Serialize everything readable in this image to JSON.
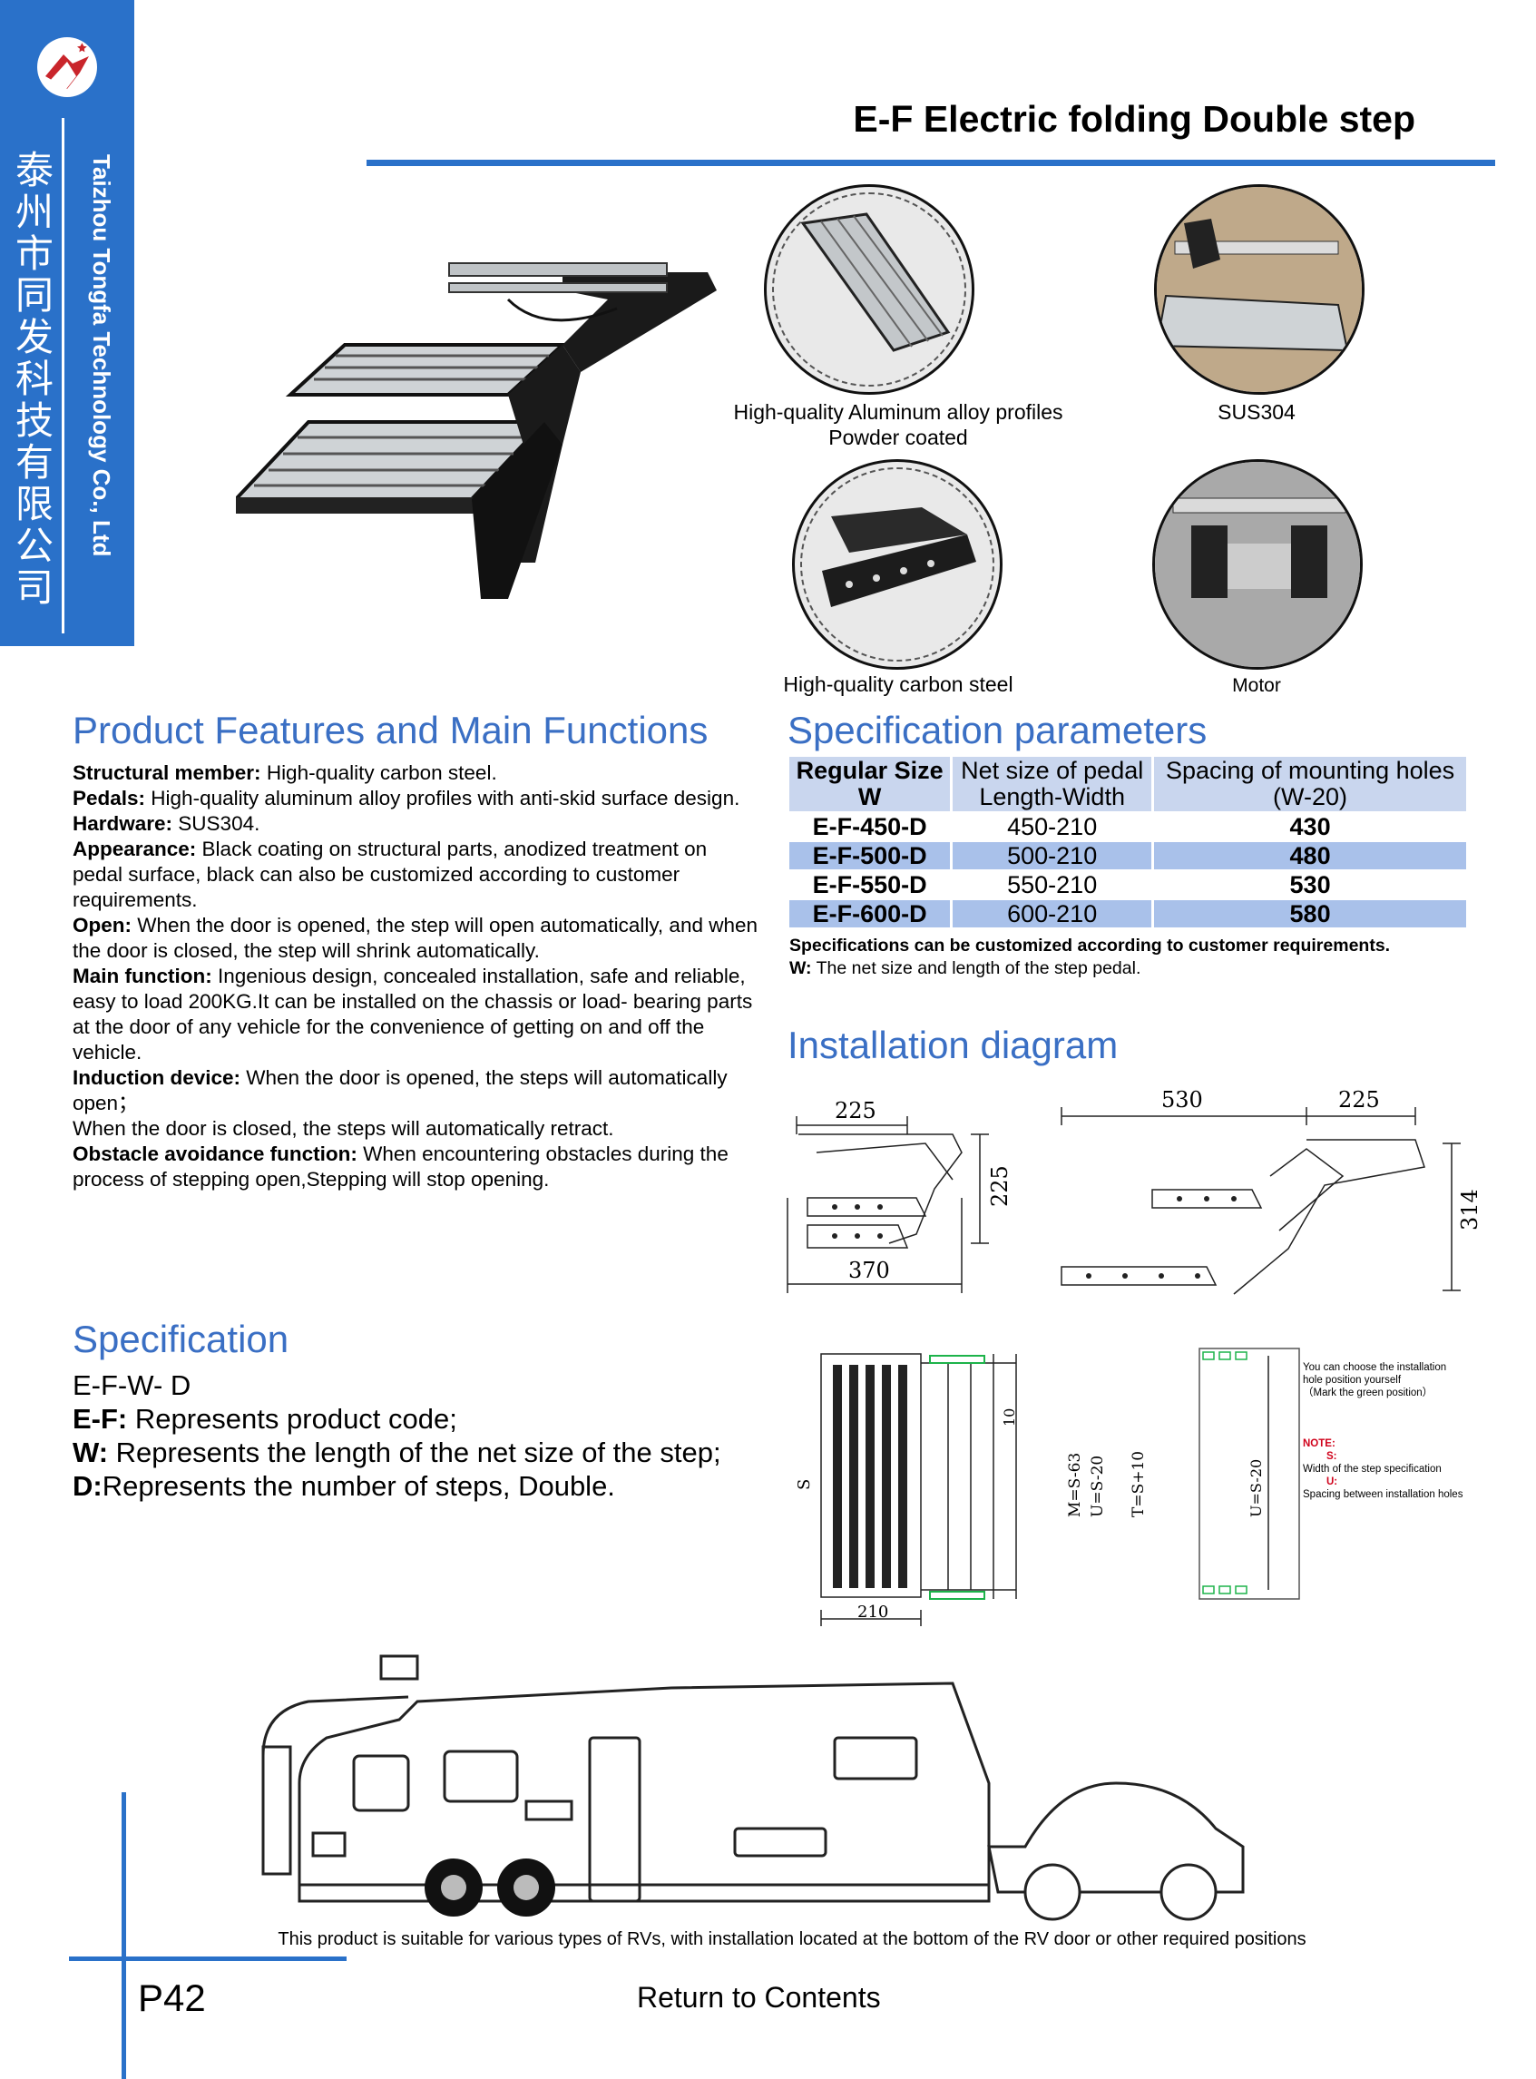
{
  "company": {
    "name_cn": "泰州市同发科技有限公司",
    "name_en": "Taizhou Tongfa Technology Co., Ltd"
  },
  "header": {
    "title": "E-F Electric folding Double step"
  },
  "photos": [
    {
      "caption_line1": "High-quality Aluminum alloy profiles",
      "caption_line2": "Powder coated"
    },
    {
      "caption_line1": "SUS304"
    },
    {
      "caption_line1": "High-quality carbon steel"
    },
    {
      "caption_line1": "Motor"
    }
  ],
  "features": {
    "heading": "Product Features and Main Functions",
    "items": [
      {
        "label": "Structural member:",
        "text": " High-quality carbon steel."
      },
      {
        "label": "Pedals:",
        "text": " High-quality aluminum alloy profiles with anti-skid surface design."
      },
      {
        "label": "Hardware:",
        "text": " SUS304."
      },
      {
        "label": "Appearance:",
        "text": " Black coating on structural parts, anodized treatment on pedal surface, black can also be customized according to customer requirements."
      },
      {
        "label": "Open:",
        "text": " When the door is opened, the step will open automatically, and when the door is closed, the step will shrink automatically."
      },
      {
        "label": "Main function:",
        "text": " Ingenious design, concealed installation, safe and reliable, easy to load 200KG.It can be installed on the chassis or load- bearing parts at the door of any vehicle for the convenience of getting on and off the vehicle."
      },
      {
        "label": "Induction device:",
        "text": " When the door is opened, the steps will automatically open；"
      },
      {
        "label": "",
        "text": "When the door is closed, the steps will automatically retract."
      },
      {
        "label": "Obstacle avoidance function:",
        "text": " When encountering obstacles during the process of stepping open,Stepping will stop opening."
      }
    ]
  },
  "spec_params": {
    "heading": "Specification parameters",
    "columns": [
      {
        "line1": "Regular Size",
        "line2": "W"
      },
      {
        "line1": "Net size of pedal",
        "line2": "Length-Width"
      },
      {
        "line1": "Spacing of mounting holes",
        "line2": "(W-20)"
      }
    ],
    "rows": [
      [
        "E-F-450-D",
        "450-210",
        "430"
      ],
      [
        "E-F-500-D",
        "500-210",
        "480"
      ],
      [
        "E-F-550-D",
        "550-210",
        "530"
      ],
      [
        "E-F-600-D",
        "600-210",
        "580"
      ]
    ],
    "note1": "Specifications can be customized according to customer requirements.",
    "note2_label": "W:",
    "note2_text": " The net size and length of the step pedal."
  },
  "installation": {
    "heading": "Installation diagram",
    "dims_side1": {
      "top": "225",
      "right": "225",
      "bottom": "370"
    },
    "dims_side2": {
      "top_left": "530",
      "top_right": "225",
      "right": "314"
    },
    "dims_plan": {
      "s": "S",
      "m": "M=S-63",
      "u": "U=S-20",
      "t": "T=S+10",
      "ten": "10",
      "w": "210"
    },
    "dims_mount": {
      "u": "U=S-20"
    },
    "mount_note": {
      "line1": "You can choose the installation",
      "line2": "hole position yourself",
      "line3": "（Mark the green position）",
      "note_label": "NOTE:",
      "s_label": "S:",
      "s_text": "Width of the step specification",
      "u_label": "U:",
      "u_text": "Spacing between installation holes"
    }
  },
  "specification": {
    "heading": "Specification",
    "code": "E-F-W- D",
    "lines": [
      {
        "label": "E-F:",
        "text": " Represents product code;"
      },
      {
        "label": "W:",
        "text": "  Represents the length of the net size of the step;"
      },
      {
        "label": "D:",
        "text": "Represents the number of steps, Double."
      }
    ]
  },
  "footer": {
    "note": "This product is suitable for various types of RVs, with installation located at the bottom of the RV door or other required positions",
    "page": "P42",
    "return_link": "Return to Contents"
  },
  "colors": {
    "brand_blue": "#2a71c9",
    "heading_blue": "#3a6fc4",
    "table_header": "#c9d6ee",
    "table_alt": "#a9c1ea"
  }
}
